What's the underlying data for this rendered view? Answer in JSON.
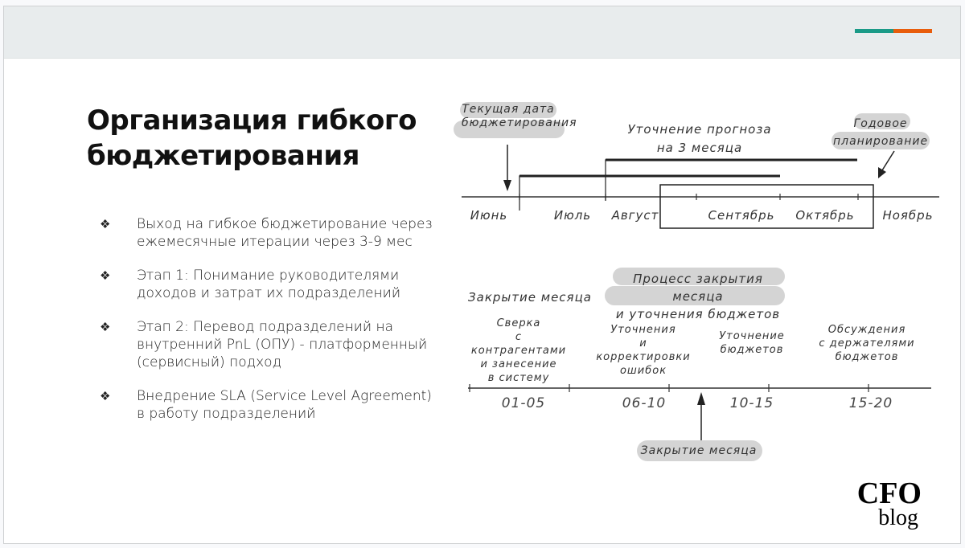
{
  "header": {
    "accent_colors": [
      "#1a9a87",
      "#e85d0c"
    ]
  },
  "slide": {
    "title_line1": "Организация гибкого",
    "title_line2": "бюджетирования",
    "bullet_icon": "❖",
    "bullets": [
      {
        "text": "Выход на гибкое бюджетирование через ежемесячные итерации через 3-9 мес"
      },
      {
        "text": "Этап 1: Понимание руководителями доходов и затрат их подразделений"
      },
      {
        "text": "Этап 2: Перевод подразделений на внутренний PnL (ОПУ) - платформенный (сервисный) подход"
      },
      {
        "text": "Внедрение SLA (Service Level Agreement) в работу подразделений"
      }
    ]
  },
  "diagram_top": {
    "current_date_label_1": "Текущая дата",
    "current_date_label_2": "бюджетирования",
    "forecast_label_1": "Уточнение прогноза",
    "forecast_label_2": "на 3 месяца",
    "annual_label_1": "Годовое",
    "annual_label_2": "планирование",
    "months": [
      "Июнь",
      "Июль",
      "Август",
      "Сентябрь",
      "Октябрь",
      "Ноябрь"
    ]
  },
  "diagram_bottom": {
    "process_label_1": "Процесс закрытия месяца",
    "process_label_2": "и уточнения бюджетов",
    "month_close_header": "Закрытие месяца",
    "phases": [
      {
        "desc": "Сверка\nс контрагентами\nи занесение\nв систему",
        "range": "01-05"
      },
      {
        "desc": "Уточнения\nи корректировки\nошибок",
        "range": "06-10"
      },
      {
        "desc": "Уточнение\nбюджетов",
        "range": "10-15"
      },
      {
        "desc": "Обсуждения\nс держателями\nбюджетов",
        "range": "15-20"
      }
    ],
    "month_close_pointer": "Закрытие месяца"
  },
  "logo": {
    "main": "CFO",
    "sub": "blog"
  }
}
